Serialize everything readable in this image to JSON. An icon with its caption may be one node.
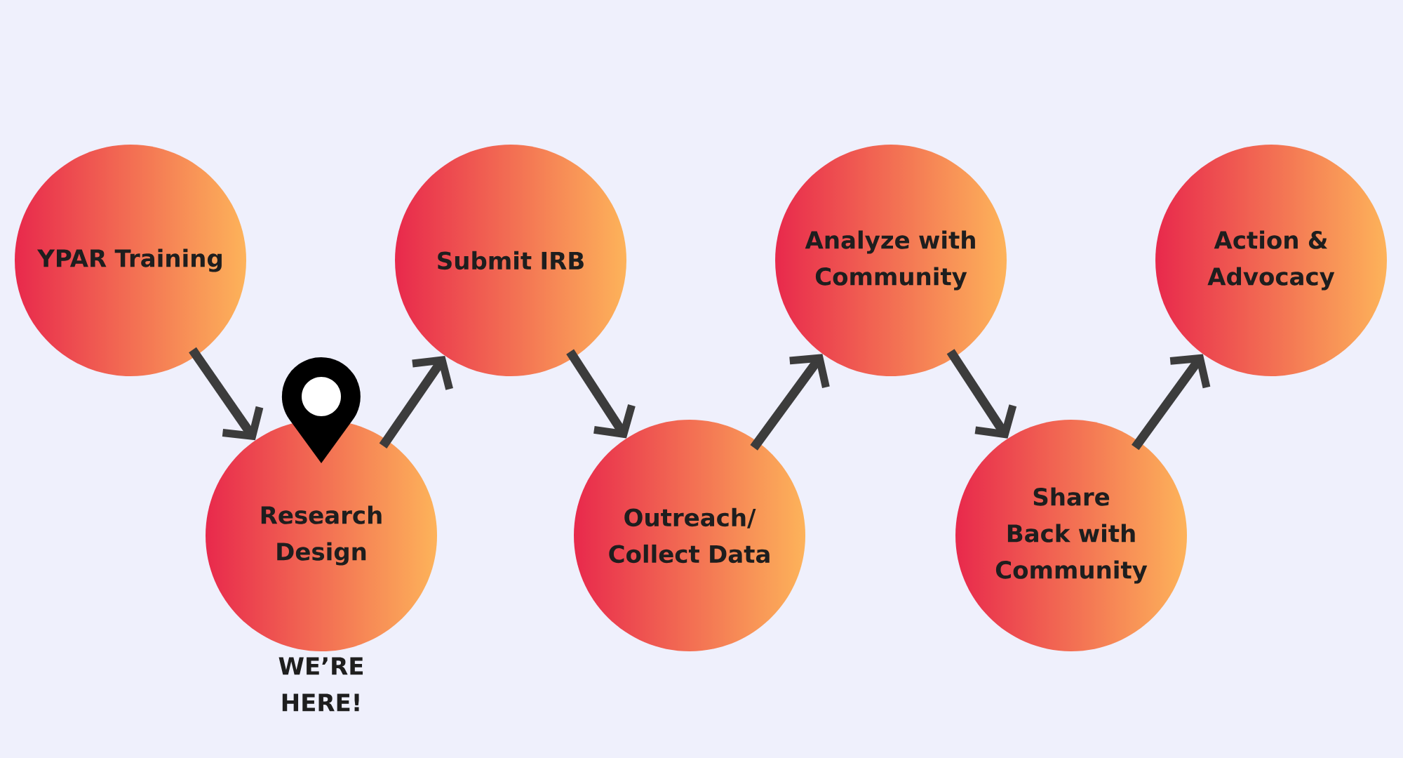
{
  "diagram": {
    "nodes": [
      {
        "text": [
          "YPAR Training"
        ]
      },
      {
        "text": [
          "Research Design"
        ],
        "beside": [
          "WE’RE HERE!"
        ]
      },
      {
        "text": [
          "Submit IRB"
        ]
      },
      {
        "text": [
          "Outreach/ Collect Data"
        ]
      },
      {
        "text": [
          "Analyze with Community"
        ]
      },
      {
        "text": [
          "Share Back with Community"
        ]
      },
      {
        "text": [
          "Action & Advocacy"
        ]
      }
    ],
    "edges": [
      {
        "from": 0,
        "to": 1,
        "arrow": "to"
      },
      {
        "from": 1,
        "to": 2,
        "arrow": "to"
      },
      {
        "from": 2,
        "to": 3,
        "arrow": "to"
      },
      {
        "from": 3,
        "to": 4,
        "arrow": "to"
      },
      {
        "from": 4,
        "to": 5,
        "arrow": "to"
      },
      {
        "from": 5,
        "to": 6,
        "arrow": "to"
      }
    ]
  }
}
